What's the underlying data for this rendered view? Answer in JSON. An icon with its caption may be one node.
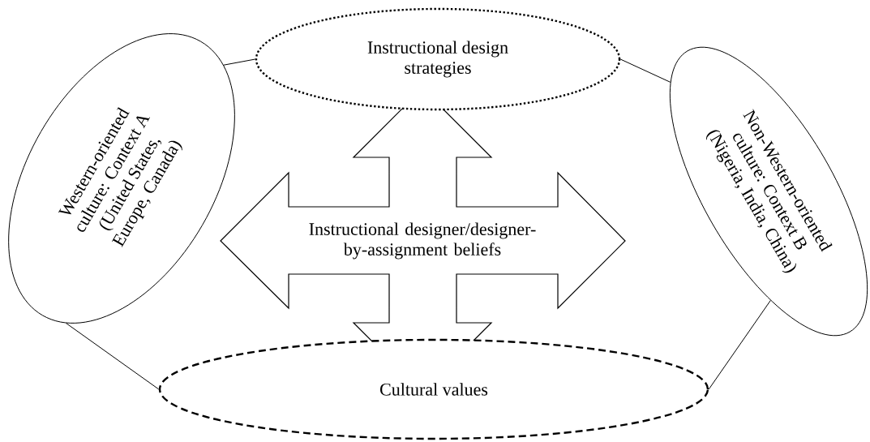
{
  "diagram": {
    "nodes": [
      {
        "text": [
          "Western-oriented culture: Context A (United States, Europe, Canada)"
        ]
      },
      {
        "text": [
          "Instructional design strategies"
        ]
      },
      {
        "text": [
          "Non-Western-oriented culture: Context B (Nigeria, India, China)"
        ]
      },
      {
        "text": [
          "Instructional designer/designer-by-assignment beliefs"
        ]
      },
      {
        "text": [
          "Cultural values"
        ]
      }
    ],
    "edges": [
      {
        "from": 0,
        "to": 1,
        "arrow": "none"
      },
      {
        "from": 1,
        "to": 2,
        "arrow": "none"
      },
      {
        "from": 0,
        "to": 4,
        "arrow": "none"
      },
      {
        "from": 2,
        "to": 4,
        "arrow": "none"
      }
    ]
  }
}
